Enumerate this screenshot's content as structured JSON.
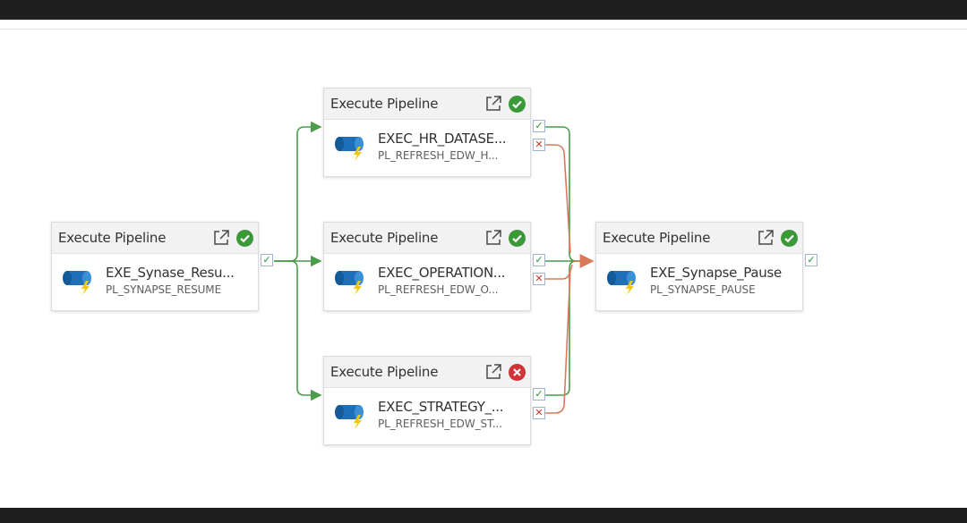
{
  "colors": {
    "success": "#4a9b4a",
    "failure": "#d87a5a",
    "ok_badge": "#3a9a3a",
    "fail_badge": "#d13438",
    "pipeline_icon": "#1f6fb8",
    "bolt": "#f2c811"
  },
  "icons": {
    "open": "open-in-new-window-icon",
    "success": "success-check-circle-icon",
    "failure": "failure-x-circle-icon",
    "pipeline": "pipeline-cylinder-bolt-icon",
    "success_handle": "success-output-check-icon",
    "failure_handle": "failure-output-x-icon"
  },
  "nodes": {
    "resume": {
      "type": "Execute Pipeline",
      "name": "EXE_Synase_Resu...",
      "pipeline": "PL_SYNAPSE_RESUME",
      "status": "success"
    },
    "hr": {
      "type": "Execute Pipeline",
      "name": "EXEC_HR_DATASE...",
      "pipeline": "PL_REFRESH_EDW_H...",
      "status": "success"
    },
    "operation": {
      "type": "Execute Pipeline",
      "name": "EXEC_OPERATION...",
      "pipeline": "PL_REFRESH_EDW_O...",
      "status": "success"
    },
    "strategy": {
      "type": "Execute Pipeline",
      "name": "EXEC_STRATEGY_...",
      "pipeline": "PL_REFRESH_EDW_ST...",
      "status": "failed"
    },
    "pause": {
      "type": "Execute Pipeline",
      "name": "EXE_Synapse_Pause",
      "pipeline": "PL_SYNAPSE_PAUSE",
      "status": "success"
    }
  },
  "handles": {
    "success_glyph": "✓",
    "failure_glyph": "✕"
  }
}
